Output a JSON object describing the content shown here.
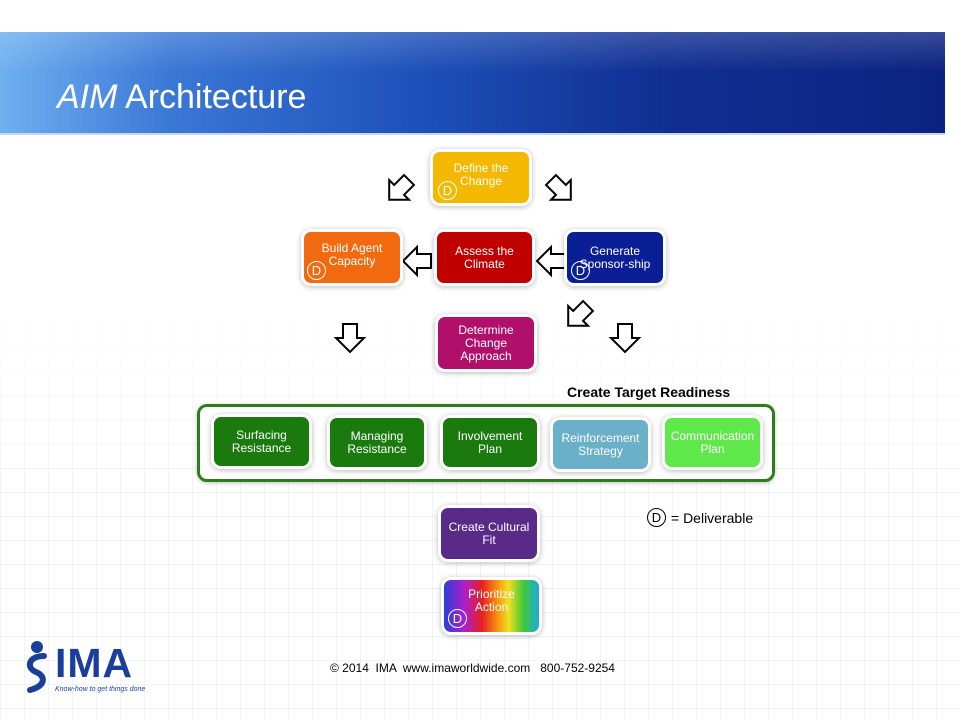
{
  "slide": {
    "title_italic": "AIM",
    "title_rest": " Architecture",
    "deliverable_mark": "D",
    "deliverable_legend": "= Deliverable",
    "target_readiness_label": "Create Target Readiness",
    "footer": "© 2014  IMA  www.imaworldwide.com   800-752-9254"
  },
  "logo": {
    "word": "IMA",
    "tagline": "Know-how to get things done"
  },
  "boxes": {
    "define": {
      "label": "Define the Change",
      "color": "#f5b800",
      "deliverable": true
    },
    "assess": {
      "label": "Assess the Climate",
      "color": "#c00000",
      "deliverable": false
    },
    "build": {
      "label": "Build Agent Capacity",
      "color": "#f26a10",
      "deliverable": true
    },
    "sponsor": {
      "label": "Generate Sponsor-ship",
      "color": "#0a1e96",
      "deliverable": true
    },
    "approach": {
      "label": "Determine Change Approach",
      "color": "#b0106a",
      "deliverable": false
    },
    "surfacing": {
      "label": "Surfacing Resistance",
      "color": "#1a7a0e"
    },
    "managing": {
      "label": "Managing Resistance",
      "color": "#1a7a0e"
    },
    "involvement": {
      "label": "Involvement Plan",
      "color": "#1a7a0e"
    },
    "reinforcement": {
      "label": "Reinforcement Strategy",
      "color": "#6ab0c8"
    },
    "communication": {
      "label": "Communication Plan",
      "color": "#5fe84a"
    },
    "cultural": {
      "label": "Create Cultural Fit",
      "color": "#5a2a88",
      "deliverable": false
    },
    "prioritize": {
      "label": "Prioritize Action",
      "deliverable": true
    }
  }
}
